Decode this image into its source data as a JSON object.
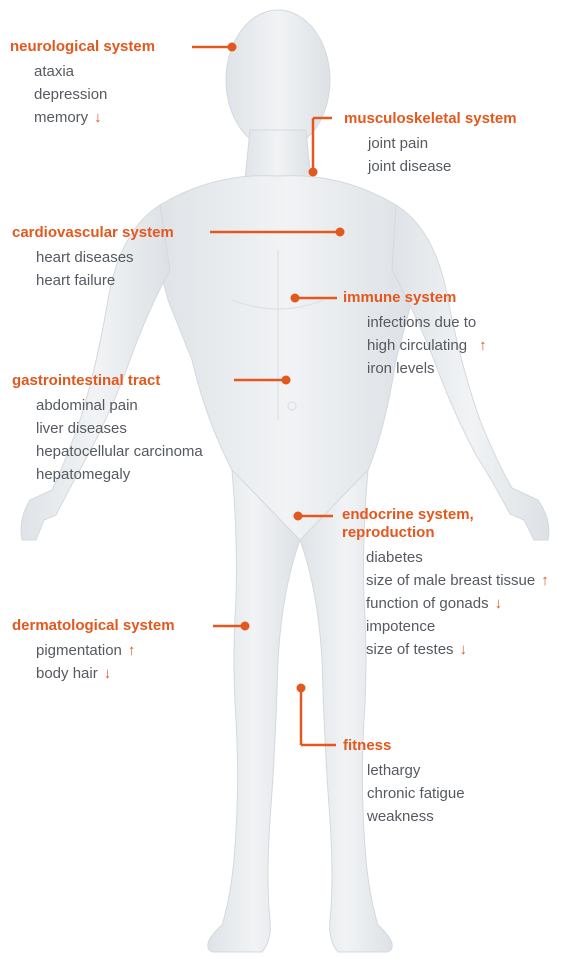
{
  "colors": {
    "accent": "#e2581e",
    "text": "#555a60",
    "body": "#e9ecef",
    "outline": "#d9dde1"
  },
  "arrow_up": "↑",
  "arrow_down": "↓",
  "systems": {
    "neurological": {
      "title": "neurological system",
      "items": [
        {
          "text": "ataxia"
        },
        {
          "text": "depression"
        },
        {
          "text": "memory",
          "trend": "down"
        }
      ]
    },
    "musculoskeletal": {
      "title": "musculoskeletal system",
      "items": [
        {
          "text": "joint pain"
        },
        {
          "text": "joint disease"
        }
      ]
    },
    "cardiovascular": {
      "title": "cardiovascular system",
      "items": [
        {
          "text": "heart diseases"
        },
        {
          "text": "heart failure"
        }
      ]
    },
    "immune": {
      "title": "immune system",
      "items": [
        {
          "text": "infections due to"
        },
        {
          "text": "high circulating",
          "trend": "up"
        },
        {
          "text": "iron levels"
        }
      ]
    },
    "gastrointestinal": {
      "title": "gastrointestinal tract",
      "items": [
        {
          "text": "abdominal pain"
        },
        {
          "text": "liver diseases"
        },
        {
          "text": "hepatocellular carcinoma"
        },
        {
          "text": "hepatomegaly"
        }
      ]
    },
    "endocrine": {
      "title_line1": "endocrine system,",
      "title_line2": "reproduction",
      "items": [
        {
          "text": "diabetes"
        },
        {
          "text": "size of male breast tissue",
          "trend": "up"
        },
        {
          "text": "function of gonads",
          "trend": "down"
        },
        {
          "text": "impotence"
        },
        {
          "text": "size of testes",
          "trend": "down"
        }
      ]
    },
    "dermatological": {
      "title": "dermatological system",
      "items": [
        {
          "text": "pigmentation",
          "trend": "up"
        },
        {
          "text": "body hair",
          "trend": "down"
        }
      ]
    },
    "fitness": {
      "title": "fitness",
      "items": [
        {
          "text": "lethargy"
        },
        {
          "text": "chronic fatigue"
        },
        {
          "text": "weakness"
        }
      ]
    }
  }
}
